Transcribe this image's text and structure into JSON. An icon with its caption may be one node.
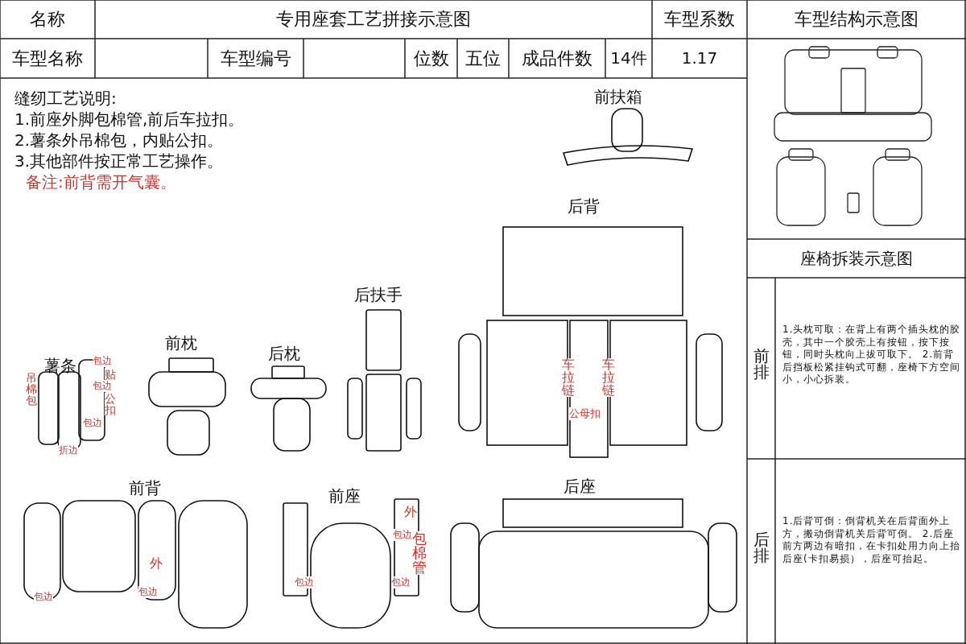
{
  "diagram": {
    "title": "专用座套工艺拼接示意图",
    "labels": [
      "名称",
      "车型系数",
      "车型结构示意图",
      "车型名称",
      "车型编号",
      "位数",
      "五位",
      "成品件数",
      "14件",
      "1.17",
      "缝纫工艺说明:",
      "1.前座外脚包棉管,前后车拉扣。",
      "2.薯条外吊棉包，内贴公扣。",
      "3.其他部件按正常工艺操作。",
      "备注:前背需开气囊。",
      "前扶箱",
      "后背",
      "座椅拆装示意图",
      "前排",
      "1.头枕可取：在背上有两个插头枕的胶壳，其中一个胶壳上有按钮，按下按钮，同时头枕向上拔可取下。 2.前背后挡板松紧挂钩式可翻，座椅下方空间小，小心拆装。",
      "后扶手",
      "薯条",
      "前枕",
      "后枕",
      "包边",
      "吊棉包",
      "贴",
      "包边",
      "公扣",
      "包边",
      "折边",
      "车拉链",
      "车拉链",
      "公母扣",
      "前背",
      "后座",
      "前座",
      "外",
      "包边",
      "包棉管",
      "外",
      "包边",
      "包边",
      "包边",
      "包边",
      "后排",
      "1.后背可倒：倒背机关在后背面外上方，搬动倒背机关后背可倒。 2.后座前方两边有暗扣，在卡扣处用力向上抬后座(卡扣易损），后座可抬起。"
    ]
  }
}
